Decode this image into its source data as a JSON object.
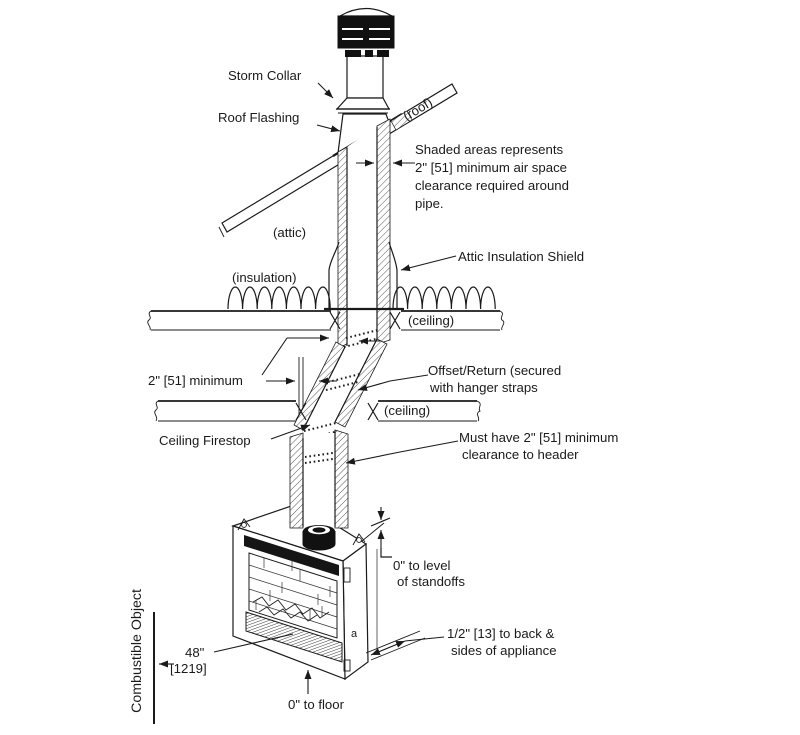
{
  "colors": {
    "line": "#1a1a1a",
    "dark_fill": "#111111",
    "background": "#ffffff"
  },
  "callouts": {
    "storm_collar": "Storm Collar",
    "roof_flashing": "Roof Flashing",
    "attic_insulation_shield": "Attic Insulation Shield",
    "ceiling_firestop": "Ceiling Firestop",
    "shaded_note": {
      "line1": "Shaded areas represents",
      "line2": "2\" [51] minimum air space",
      "line3": "clearance required around",
      "line4": "pipe."
    },
    "offset_return": {
      "line1": "Offset/Return (secured",
      "line2": "with hanger straps"
    },
    "header_clearance": {
      "line1": "Must have 2\" [51] minimum",
      "line2": "clearance to header"
    }
  },
  "area_labels": {
    "roof": "(roof)",
    "attic": "(attic)",
    "insulation": "(insulation)",
    "ceiling_upper": "(ceiling)",
    "ceiling_lower": "(ceiling)",
    "combustible_object": "Combustible Object",
    "vent_marker": "a"
  },
  "dimensions": {
    "pipe_clearance": "2\" [51] minimum",
    "standoffs": {
      "line1": "0\" to level",
      "line2": "of standoffs"
    },
    "appliance_clearance": {
      "line1": "1/2\" [13] to back &",
      "line2": "sides of appliance"
    },
    "floor": "0\" to floor",
    "front_width_in": "48\"",
    "front_width_mm": "[1219]"
  }
}
